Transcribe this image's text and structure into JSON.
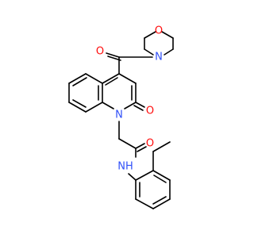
{
  "molecule": {
    "atoms": [
      {
        "id": "O_carbonyl_top",
        "label": "O",
        "color": "#ff0d0d"
      },
      {
        "id": "N_morpholine",
        "label": "N",
        "color": "#3050f8"
      },
      {
        "id": "O_morpholine",
        "label": "O",
        "color": "#ff0d0d"
      },
      {
        "id": "N_quinoline",
        "label": "N",
        "color": "#3050f8"
      },
      {
        "id": "O_lactam",
        "label": "O",
        "color": "#ff0d0d"
      },
      {
        "id": "O_amide",
        "label": "O",
        "color": "#ff0d0d"
      },
      {
        "id": "NH_amide",
        "label": "NH",
        "color": "#3050f8"
      }
    ]
  }
}
